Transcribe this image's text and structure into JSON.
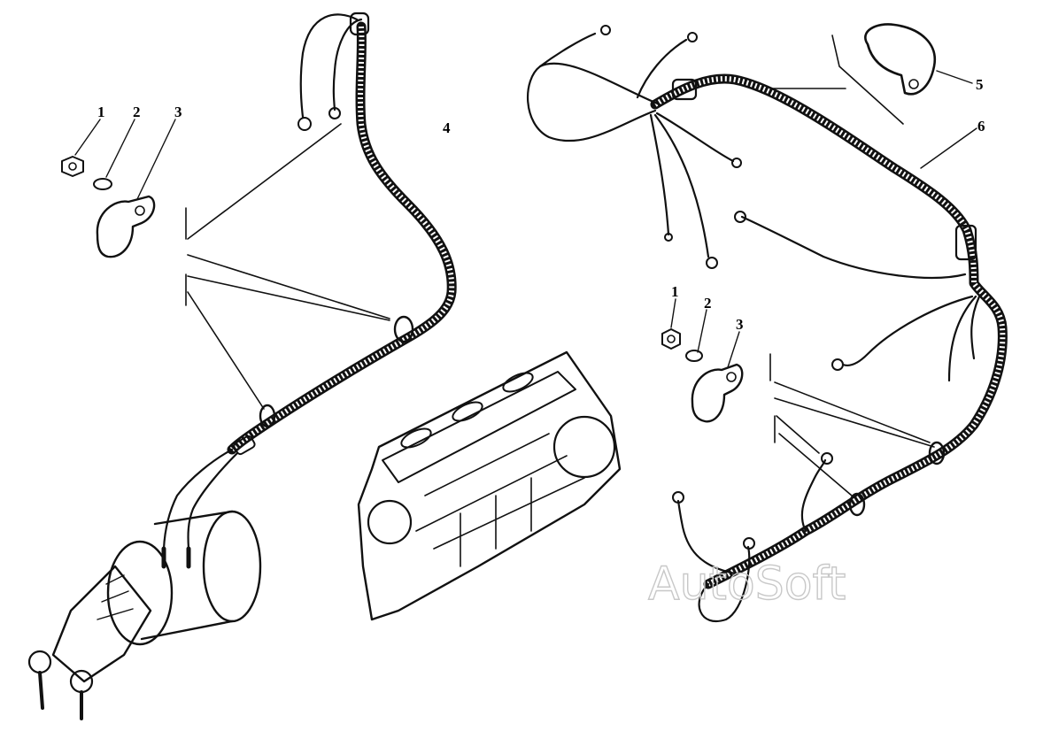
{
  "diagram": {
    "callouts_left": [
      "1",
      "2",
      "3",
      "4"
    ],
    "callouts_right": [
      "1",
      "2",
      "3",
      "5",
      "6"
    ]
  },
  "watermark": "AutoSoft",
  "colors": {
    "ink": "#111111",
    "background": "#ffffff",
    "watermark": "#c8c8c8"
  }
}
